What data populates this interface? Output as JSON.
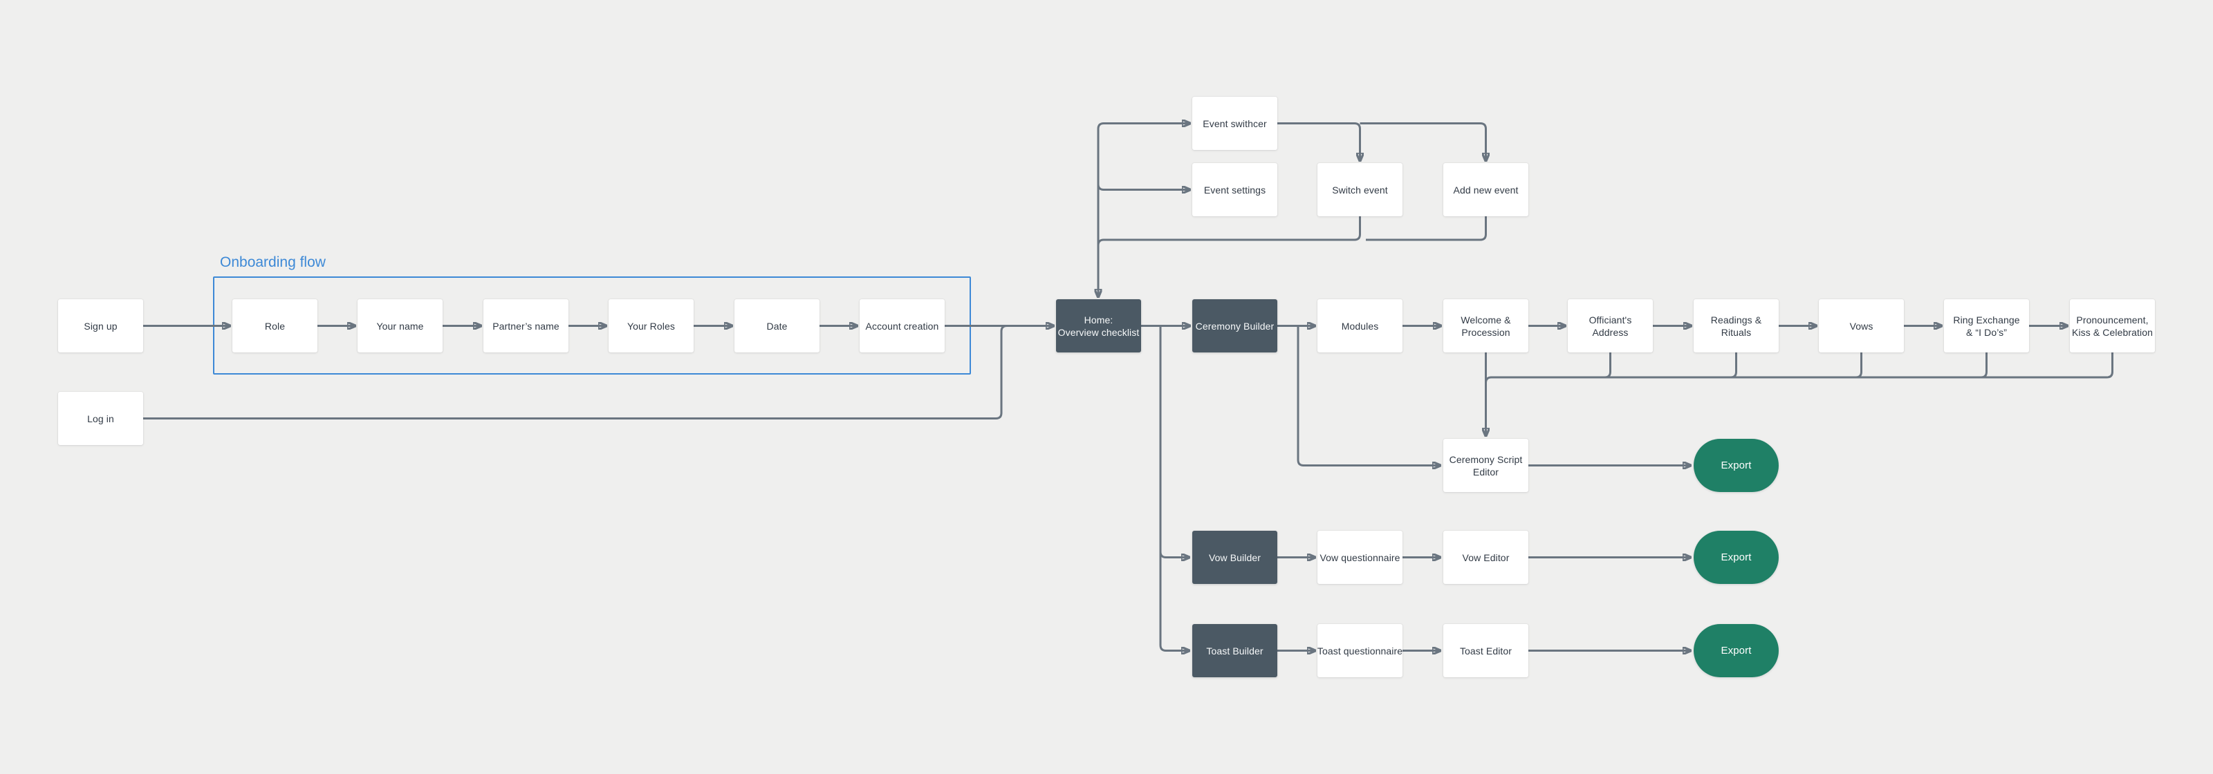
{
  "diagram": {
    "group_label": "Onboarding flow",
    "colors": {
      "bg": "#efefee",
      "line": "#6a7580",
      "dark": "#4b5964",
      "green": "#1f8066",
      "blue": "#3d89d6",
      "ink": "#313a45",
      "light": "#f6f8f9"
    },
    "nodes": {
      "sign_up": {
        "label": "Sign up",
        "kind": "step"
      },
      "log_in": {
        "label": "Log in",
        "kind": "step"
      },
      "role": {
        "label": "Role",
        "kind": "step"
      },
      "your_name": {
        "label": "Your name",
        "kind": "step"
      },
      "partners_name": {
        "label": "Partner’s name",
        "kind": "step"
      },
      "your_roles": {
        "label": "Your Roles",
        "kind": "step"
      },
      "date": {
        "label": "Date",
        "kind": "step"
      },
      "account_creation": {
        "label": "Account creation",
        "kind": "step"
      },
      "home": {
        "label": "Home:\nOverview checklist",
        "kind": "hub"
      },
      "event_switcher": {
        "label": "Event swithcer",
        "kind": "step"
      },
      "event_settings": {
        "label": "Event settings",
        "kind": "step"
      },
      "switch_event": {
        "label": "Switch event",
        "kind": "step"
      },
      "add_new_event": {
        "label": "Add new event",
        "kind": "step"
      },
      "ceremony_builder": {
        "label": "Ceremony Builder",
        "kind": "hub"
      },
      "modules": {
        "label": "Modules",
        "kind": "step"
      },
      "welcome_procession": {
        "label": "Welcome &\nProcession",
        "kind": "step"
      },
      "officiants_address": {
        "label": "Officiant's\nAddress",
        "kind": "step"
      },
      "readings_rituals": {
        "label": "Readings &\nRituals",
        "kind": "step"
      },
      "vows": {
        "label": "Vows",
        "kind": "step"
      },
      "ring_exchange": {
        "label": "Ring Exchange\n& “I Do’s”",
        "kind": "step"
      },
      "pronouncement": {
        "label": "Pronouncement,\nKiss & Celebration",
        "kind": "step"
      },
      "ceremony_script_editor": {
        "label": "Ceremony Script\nEditor",
        "kind": "step"
      },
      "export_ceremony": {
        "label": "Export",
        "kind": "action"
      },
      "vow_builder": {
        "label": "Vow Builder",
        "kind": "hub"
      },
      "vow_questionnaire": {
        "label": "Vow questionnaire",
        "kind": "step"
      },
      "vow_editor": {
        "label": "Vow Editor",
        "kind": "step"
      },
      "export_vow": {
        "label": "Export",
        "kind": "action"
      },
      "toast_builder": {
        "label": "Toast Builder",
        "kind": "hub"
      },
      "toast_questionnaire": {
        "label": "Toast questionnaire",
        "kind": "step"
      },
      "toast_editor": {
        "label": "Toast Editor",
        "kind": "step"
      },
      "export_toast": {
        "label": "Export",
        "kind": "action"
      }
    },
    "edges": [
      {
        "from": "sign_up",
        "to": "role"
      },
      {
        "from": "role",
        "to": "your_name"
      },
      {
        "from": "your_name",
        "to": "partners_name"
      },
      {
        "from": "partners_name",
        "to": "your_roles"
      },
      {
        "from": "your_roles",
        "to": "date"
      },
      {
        "from": "date",
        "to": "account_creation"
      },
      {
        "from": "account_creation",
        "to": "home"
      },
      {
        "from": "log_in",
        "to": "home"
      },
      {
        "from": "home",
        "to": "event_switcher"
      },
      {
        "from": "home",
        "to": "event_settings"
      },
      {
        "from": "event_switcher",
        "to": "switch_event"
      },
      {
        "from": "event_switcher",
        "to": "add_new_event"
      },
      {
        "from": "switch_event",
        "to": "home"
      },
      {
        "from": "add_new_event",
        "to": "home"
      },
      {
        "from": "home",
        "to": "ceremony_builder"
      },
      {
        "from": "ceremony_builder",
        "to": "modules"
      },
      {
        "from": "ceremony_builder",
        "to": "ceremony_script_editor"
      },
      {
        "from": "modules",
        "to": "welcome_procession"
      },
      {
        "from": "welcome_procession",
        "to": "officiants_address"
      },
      {
        "from": "officiants_address",
        "to": "readings_rituals"
      },
      {
        "from": "readings_rituals",
        "to": "vows"
      },
      {
        "from": "vows",
        "to": "ring_exchange"
      },
      {
        "from": "ring_exchange",
        "to": "pronouncement"
      },
      {
        "from": "welcome_procession",
        "to": "ceremony_script_editor"
      },
      {
        "from": "officiants_address",
        "to": "ceremony_script_editor"
      },
      {
        "from": "readings_rituals",
        "to": "ceremony_script_editor"
      },
      {
        "from": "vows",
        "to": "ceremony_script_editor"
      },
      {
        "from": "ring_exchange",
        "to": "ceremony_script_editor"
      },
      {
        "from": "pronouncement",
        "to": "ceremony_script_editor"
      },
      {
        "from": "ceremony_script_editor",
        "to": "export_ceremony"
      },
      {
        "from": "home",
        "to": "vow_builder"
      },
      {
        "from": "vow_builder",
        "to": "vow_questionnaire"
      },
      {
        "from": "vow_questionnaire",
        "to": "vow_editor"
      },
      {
        "from": "vow_editor",
        "to": "export_vow"
      },
      {
        "from": "home",
        "to": "toast_builder"
      },
      {
        "from": "toast_builder",
        "to": "toast_questionnaire"
      },
      {
        "from": "toast_questionnaire",
        "to": "toast_editor"
      },
      {
        "from": "toast_editor",
        "to": "export_toast"
      }
    ]
  }
}
